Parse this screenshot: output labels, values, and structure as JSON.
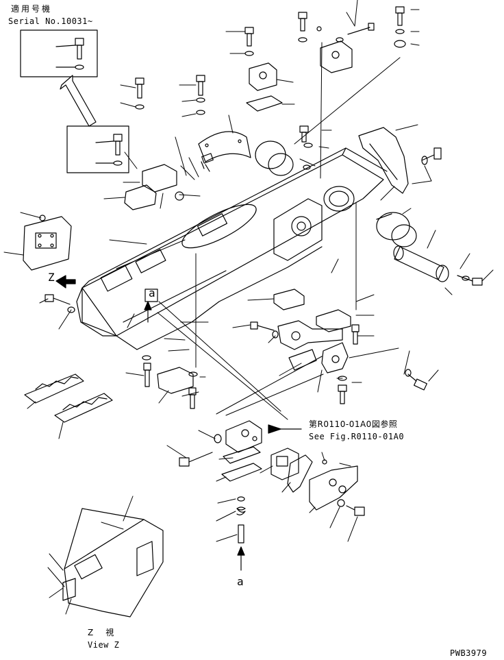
{
  "header": {
    "serial_jp": "適用号機",
    "serial_en": "Serial No.10031~"
  },
  "callouts": {
    "view_z_letter": "Z",
    "detail_a": "a",
    "detail_a_bottom": "a",
    "reference_jp": "第R0110-01A0図参照",
    "reference_en": "See Fig.R0110-01A0"
  },
  "footer": {
    "view_z_jp": "Z　視",
    "view_z_en": "View Z",
    "drawing_code": "PWB3979"
  }
}
